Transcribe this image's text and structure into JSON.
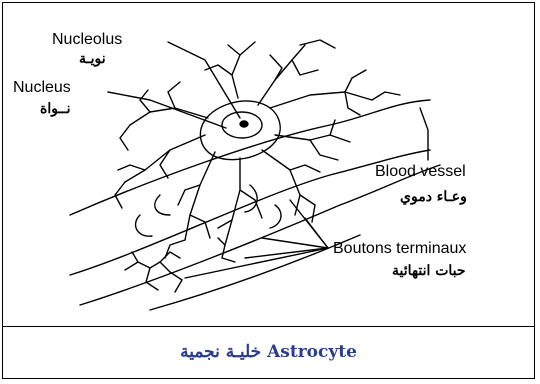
{
  "labels": {
    "nucleolus": {
      "en": "Nucleolus",
      "ar": "نويـة"
    },
    "nucleus": {
      "en": "Nucleus",
      "ar": "نــواة"
    },
    "blood_vessel": {
      "en": "Blood vessel",
      "ar": "وعـاء دموي"
    },
    "boutons": {
      "en": "Boutons terminaux",
      "ar": "حبات انتهائية"
    }
  },
  "caption": "خليـة نجمية Astrocyte",
  "colors": {
    "caption": "#2b3d8f",
    "line": "#000000",
    "background": "#ffffff"
  }
}
